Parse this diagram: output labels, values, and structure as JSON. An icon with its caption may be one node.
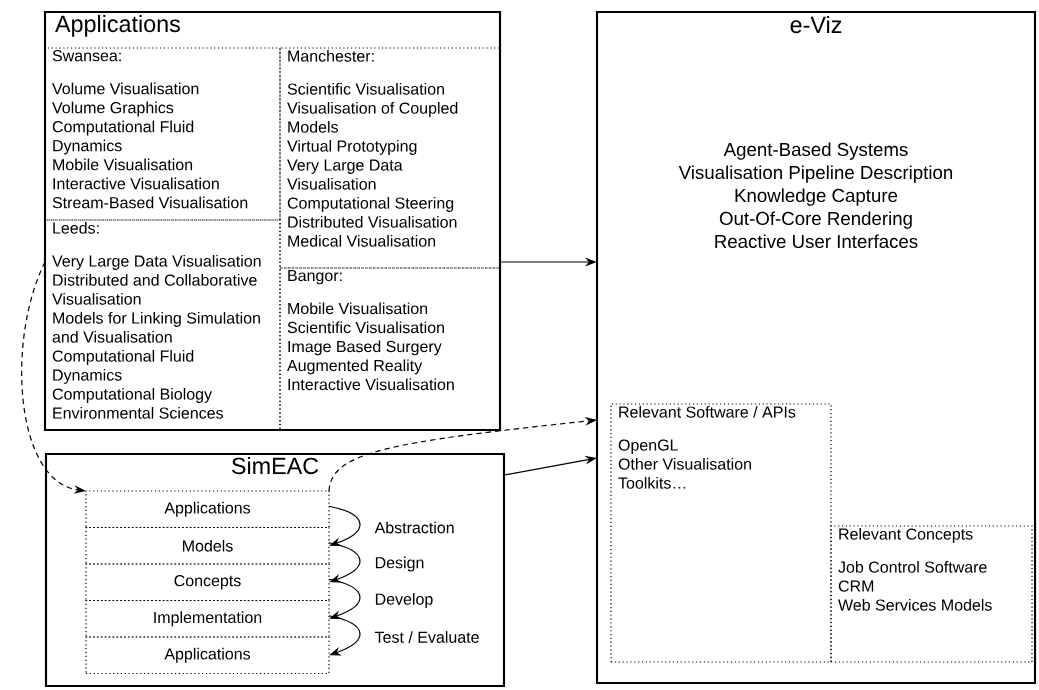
{
  "diagram": {
    "nodes": [
      {
        "text": [
          "Applications"
        ]
      },
      {
        "text": [
          "Swansea:",
          "Volume Visualisation",
          "Volume Graphics",
          "Computational Fluid Dynamics",
          "Mobile Visualisation",
          "Interactive Visualisation",
          "Stream-Based Visualisation"
        ],
        "in": 0
      },
      {
        "text": [
          "Manchester:",
          "Scientific Visualisation",
          "Visualisation of Coupled Models",
          "Virtual Prototyping",
          "Very Large Data Visualisation",
          "Computational Steering",
          "Distributed Visualisation",
          "Medical Visualisation"
        ],
        "in": 0
      },
      {
        "text": [
          "Leeds:",
          "Very Large Data Visualisation",
          "Distributed and Collaborative Visualisation",
          "Models for Linking Simulation and Visualisation",
          "Computational Fluid Dynamics",
          "Computational Biology",
          "Environmental Sciences"
        ],
        "in": 0
      },
      {
        "text": [
          "Bangor:",
          "Mobile Visualisation",
          "Scientific Visualisation",
          "Image Based Surgery",
          "Augmented Reality",
          "Interactive Visualisation"
        ],
        "in": 0
      },
      {
        "text": [
          "SimEAC"
        ]
      },
      {
        "text": [
          "Applications"
        ],
        "in": 5
      },
      {
        "text": [
          "Models"
        ],
        "in": 5
      },
      {
        "text": [
          "Concepts"
        ],
        "in": 5
      },
      {
        "text": [
          "Implementation"
        ],
        "in": 5
      },
      {
        "text": [
          "Applications"
        ],
        "in": 5
      },
      {
        "text": [
          "e-Viz",
          "Agent-Based Systems",
          "Visualisation Pipeline Description",
          "Knowledge Capture",
          "Out-Of-Core Rendering",
          "Reactive User Interfaces"
        ]
      },
      {
        "text": [
          "Relevant Software / APIs",
          "OpenGL",
          "Other Visualisation Toolkits…"
        ],
        "in": 11
      },
      {
        "text": [
          "Relevant Concepts",
          "Job Control Software",
          "CRM",
          "Web Services Models"
        ],
        "in": 11
      }
    ],
    "edges": [
      {
        "from": 0,
        "to": 11,
        "arrow": "to"
      },
      {
        "from": 3,
        "to": 6,
        "arrow": "to",
        "style": "dashed"
      },
      {
        "from": 6,
        "to": 11,
        "arrow": "to",
        "style": "dashed"
      },
      {
        "from": 5,
        "to": 11,
        "arrow": "to"
      },
      {
        "from": 6,
        "to": 7,
        "arrow": "to",
        "label": "Abstraction"
      },
      {
        "from": 7,
        "to": 8,
        "arrow": "to",
        "label": "Design"
      },
      {
        "from": 8,
        "to": 9,
        "arrow": "to",
        "label": "Develop"
      },
      {
        "from": 9,
        "to": 10,
        "arrow": "to",
        "label": "Test / Evaluate"
      }
    ]
  }
}
